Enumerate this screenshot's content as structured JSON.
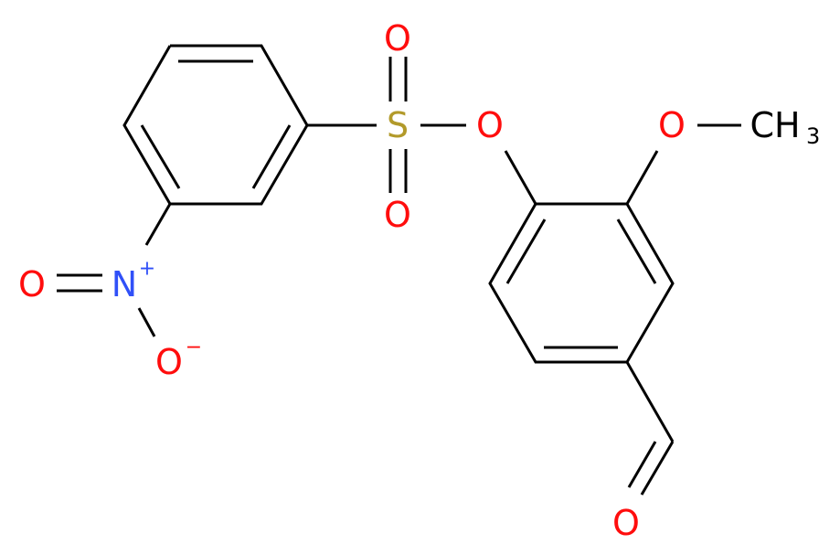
{
  "molecule": {
    "atoms": {
      "sulfur": "S",
      "sulfonyl_o_top": "O",
      "sulfonyl_o_bottom": "O",
      "ester_o": "O",
      "methoxy_o": "O",
      "methyl": "CH",
      "methyl_sub": "3",
      "aldehyde_o": "O",
      "nitro_n": "N",
      "nitro_n_charge": "+",
      "nitro_o_double": "O",
      "nitro_o_single": "O",
      "nitro_o_charge": "−"
    },
    "colors": {
      "oxygen": "#ff0d0d",
      "nitrogen": "#3050f8",
      "sulfur": "#b29a2a",
      "carbon": "#000000"
    }
  }
}
